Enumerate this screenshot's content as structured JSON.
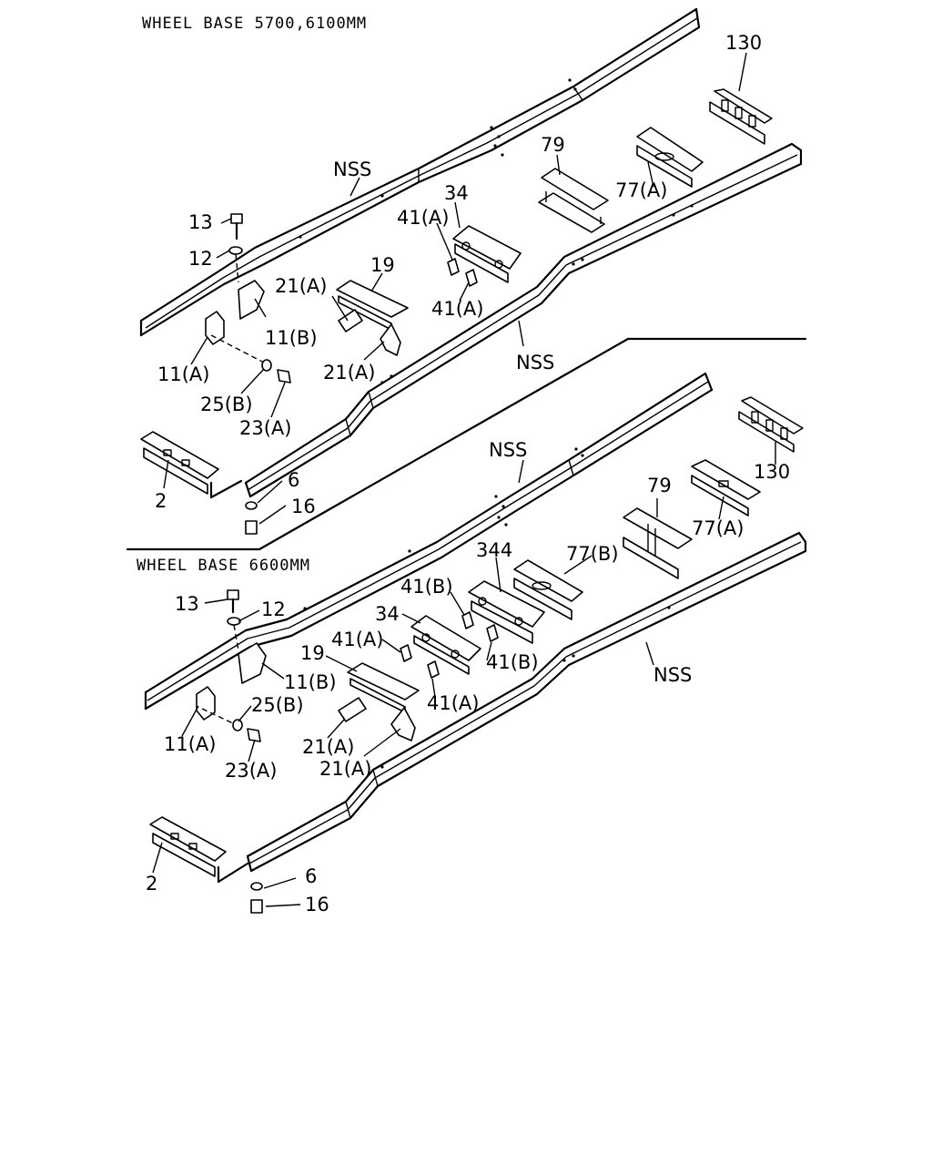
{
  "headers": {
    "top": "WHEEL BASE 5700,6100MM",
    "bottom": "WHEEL BASE 6600MM"
  },
  "top_labels": {
    "l130": "130",
    "l79": "79",
    "l77a": "77(A)",
    "lnss1": "NSS",
    "l34": "34",
    "l41a_1": "41(A)",
    "l41a_2": "41(A)",
    "l13": "13",
    "l12": "12",
    "l19": "19",
    "l21a_1": "21(A)",
    "l21a_2": "21(A)",
    "l11b": "11(B)",
    "l11a": "11(A)",
    "l25b": "25(B)",
    "l23a": "23(A)",
    "lnss2": "NSS",
    "l2": "2",
    "l6": "6",
    "l16": "16"
  },
  "bottom_labels": {
    "l130": "130",
    "lnss1": "NSS",
    "l79": "79",
    "l77a": "77(A)",
    "l344": "344",
    "l77b": "77(B)",
    "l41b_1": "41(B)",
    "l34": "34",
    "l41a_1": "41(A)",
    "l41b_2": "41(B)",
    "l13": "13",
    "l12": "12",
    "l19": "19",
    "l11b": "11(B)",
    "l25b": "25(B)",
    "l41a_2": "41(A)",
    "lnss2": "NSS",
    "l11a": "11(A)",
    "l21a_1": "21(A)",
    "l21a_2": "21(A)",
    "l23a": "23(A)",
    "l2": "2",
    "l6": "6",
    "l16": "16"
  }
}
